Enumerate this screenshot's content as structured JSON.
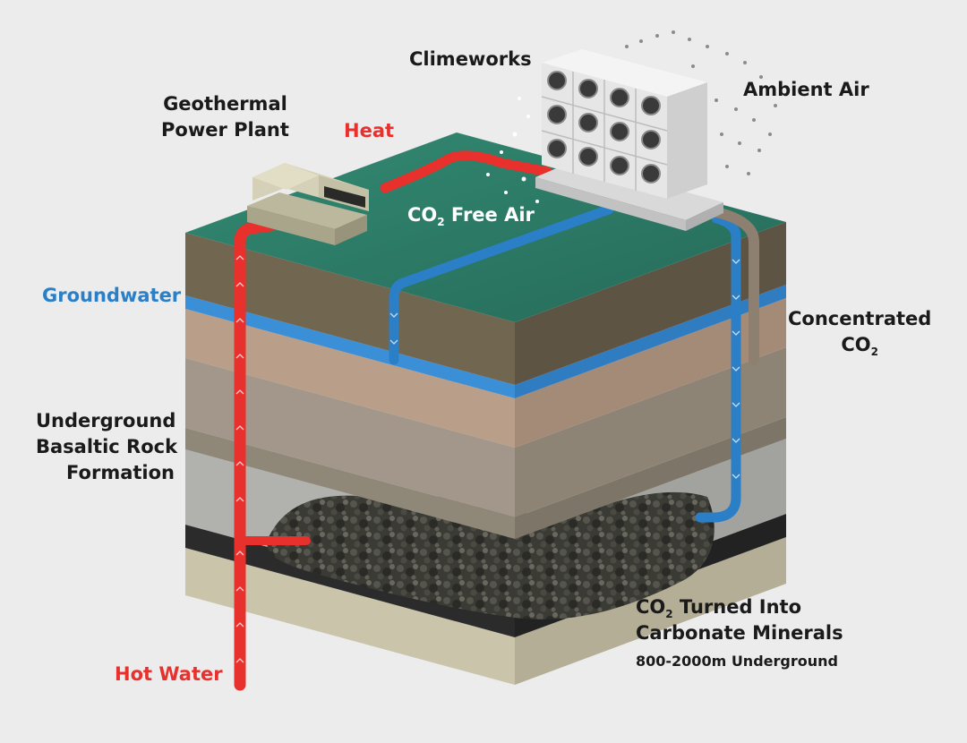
{
  "labels": {
    "climeworks": "Climeworks",
    "ambient_air": "Ambient Air",
    "geothermal": [
      "Geothermal",
      "Power Plant"
    ],
    "heat": "Heat",
    "co2_free_air": {
      "prefix": "CO",
      "sub": "2",
      "suffix": " Free Air"
    },
    "groundwater": "Groundwater",
    "concentrated": {
      "line1": "Concentrated",
      "prefix": "CO",
      "sub": "2"
    },
    "basaltic": [
      "Underground",
      "Basaltic Rock",
      "Formation"
    ],
    "turned_into": {
      "prefix": "CO",
      "sub": "2",
      "suffix": " Turned Into",
      "line2": "Carbonate Minerals"
    },
    "depth": "800-2000m Underground",
    "hot_water": "Hot Water"
  },
  "colors": {
    "background": "#ececec",
    "surface_green": "#2e7d68",
    "hot_pipe": "#e8302c",
    "cold_pipe": "#2a7fc7",
    "groundwater": "#3a8fd6",
    "co2_pipe": "#8d8070",
    "label_text": "#1a1a1a",
    "mineral_layer": "#2b2b2b",
    "unit_white": "#e9e9e9"
  },
  "icons": [
    "power-plant-icon",
    "dac-collector-icon",
    "air-particles-icon",
    "rock-rubble-icon"
  ]
}
